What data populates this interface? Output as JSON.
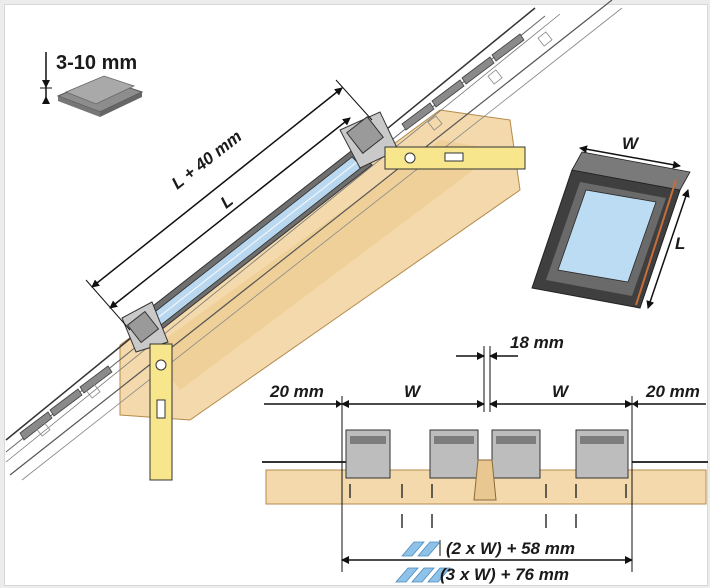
{
  "labels": {
    "shingle_thickness": "3-10 mm",
    "length_plus": "L + 40 mm",
    "length": "L",
    "width_w": "W",
    "length_l": "L",
    "gap_18": "18 mm",
    "side_left": "20 mm",
    "side_right": "20 mm",
    "width_1": "W",
    "width_2": "W",
    "total_two": "(2 x W) + 58 mm",
    "total_three": "(3 x W) + 76 mm"
  },
  "colors": {
    "wood": "#f3d9ac",
    "level": "#f7e68c",
    "frame": "#5d5d5d",
    "glass": "#b7d6ee",
    "shingle": "#9a9a9a",
    "legend_two": "#8ec2e8",
    "legend_three": "#8ec2e8"
  },
  "icons": [
    "shingle-stack-icon",
    "skylight-window-icon",
    "spirit-level-icon",
    "glass-pane-legend-icon"
  ]
}
